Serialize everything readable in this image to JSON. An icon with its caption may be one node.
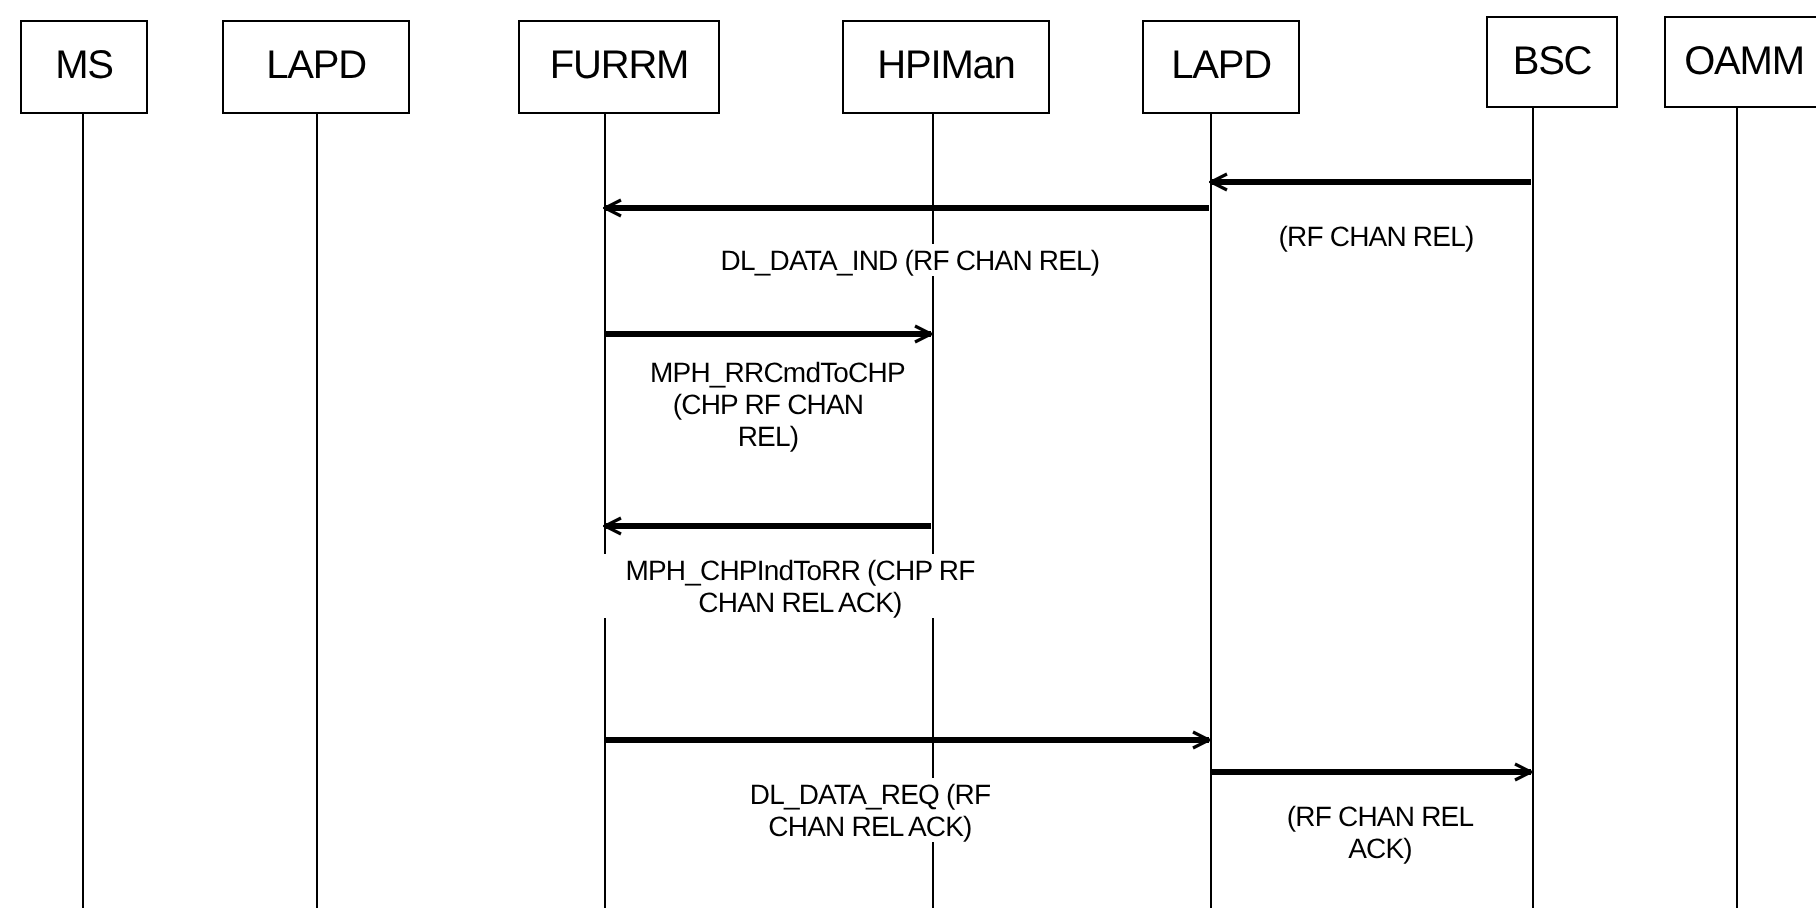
{
  "diagram": {
    "nodes": [
      {
        "text": [
          "MS"
        ]
      },
      {
        "text": [
          "LAPD"
        ]
      },
      {
        "text": [
          "FURRM"
        ]
      },
      {
        "text": [
          "HPIMan"
        ]
      },
      {
        "text": [
          "LAPD"
        ]
      },
      {
        "text": [
          "BSC"
        ]
      },
      {
        "text": [
          "OAMM"
        ]
      },
      {
        "text": [],
        "shape": "line"
      },
      {
        "text": [],
        "shape": "line"
      },
      {
        "text": [],
        "shape": "line"
      },
      {
        "text": [],
        "shape": "line"
      },
      {
        "text": [],
        "shape": "line"
      },
      {
        "text": [],
        "shape": "line"
      },
      {
        "text": [],
        "shape": "line"
      }
    ],
    "edges": [
      {
        "from": 12,
        "to": 11,
        "arrow": "to",
        "label": "(RF CHAN REL)"
      },
      {
        "from": 11,
        "to": 9,
        "arrow": "to",
        "label": "DL_DATA_IND (RF CHAN REL)"
      },
      {
        "from": 9,
        "to": 10,
        "arrow": "to",
        "label": "MPH_RRCmdToCHP (CHP RF CHAN REL)"
      },
      {
        "from": 10,
        "to": 9,
        "arrow": "to",
        "label": "MPH_CHPIndToRR (CHP RF CHAN REL ACK)"
      },
      {
        "from": 9,
        "to": 11,
        "arrow": "to",
        "label": "DL_DATA_REQ (RF CHAN REL ACK)"
      },
      {
        "from": 11,
        "to": 12,
        "arrow": "to",
        "label": "(RF CHAN REL ACK)"
      }
    ]
  }
}
